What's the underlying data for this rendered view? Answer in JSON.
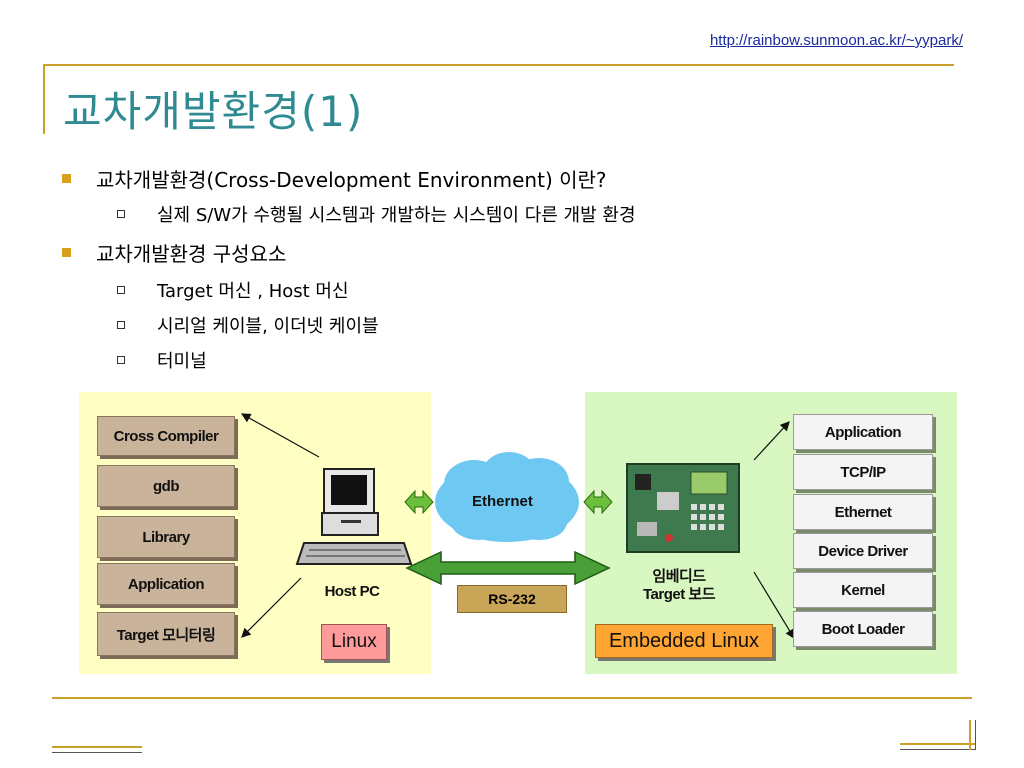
{
  "header": {
    "url": "http://rainbow.sunmoon.ac.kr/~yypark/",
    "title": "교차개발환경(1)"
  },
  "bullets": [
    {
      "text": "교차개발환경(Cross-Development Environment) 이란?",
      "sub": [
        "실제 S/W가 수행될 시스템과 개발하는 시스템이 다른 개발 환경"
      ]
    },
    {
      "text": "교차개발환경 구성요소",
      "sub": [
        "Target 머신 , Host 머신",
        "시리얼 케이블, 이더넷 케이블",
        "터미널"
      ]
    }
  ],
  "diagram": {
    "host_tools": [
      "Cross Compiler",
      "gdb",
      "Library",
      "Application",
      "Target 모니터링"
    ],
    "host_label": "Host PC",
    "host_os": "Linux",
    "network_label": "Ethernet",
    "serial_label": "RS-232",
    "target_label_line1": "임베디드",
    "target_label_line2": "Target 보드",
    "target_stack": [
      "Application",
      "TCP/IP",
      "Ethernet",
      "Device Driver",
      "Kernel",
      "Boot Loader"
    ],
    "target_os": "Embedded Linux"
  }
}
